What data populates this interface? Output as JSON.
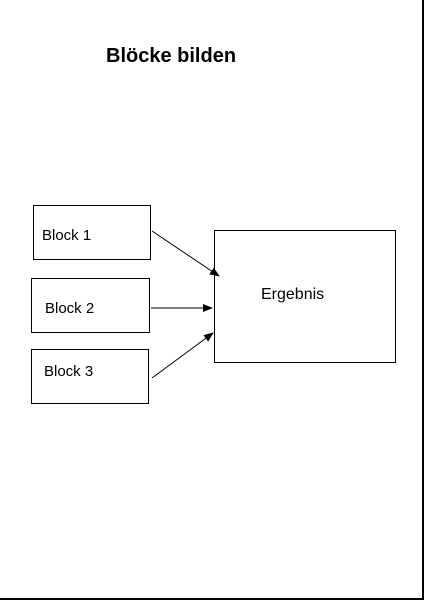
{
  "title": "Blöcke bilden",
  "blocks": [
    {
      "label": "Block 1"
    },
    {
      "label": "Block 2"
    },
    {
      "label": "Block 3"
    }
  ],
  "result": {
    "label": "Ergebnis"
  }
}
